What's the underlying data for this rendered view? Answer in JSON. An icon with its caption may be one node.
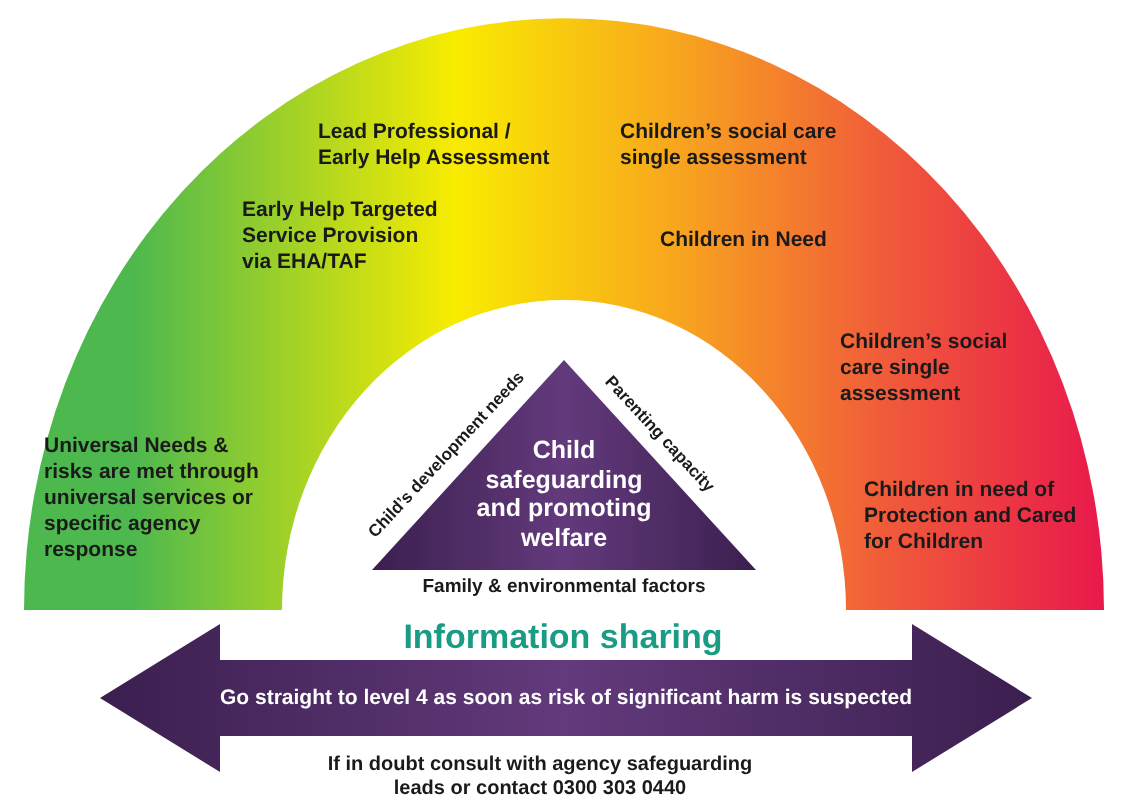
{
  "diagram": {
    "nodes": [
      {
        "text": [
          "Child safeguarding and promoting welfare"
        ],
        "beside": [
          "Child’s development needs",
          "Parenting capacity",
          "Family & environmental factors"
        ]
      },
      {
        "text": [
          "Go straight to level 4 as soon as risk of significant harm is suspected"
        ]
      }
    ],
    "edges": [],
    "labels": [
      "Lead Professional / Early Help Assessment",
      "Children’s social care single assessment",
      "Early Help Targeted Service Provision via EHA/TAF",
      "Children in Need",
      "Children’s social care single assessment",
      "Universal Needs & risks are met through universal services or specific agency response",
      "Children in need of Protection and Cared for Children",
      "Information sharing",
      "If in doubt consult with agency safeguarding leads or contact 0300 303 0440"
    ]
  }
}
